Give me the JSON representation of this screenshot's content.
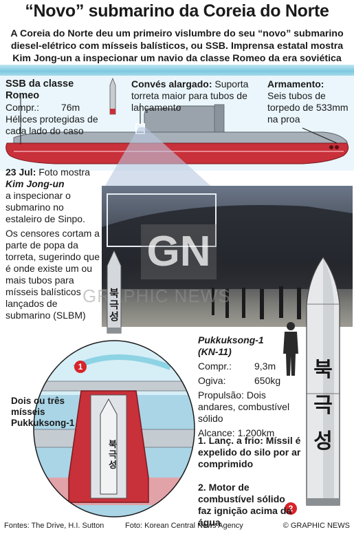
{
  "title": "“Novo” submarino da Coreia do Norte",
  "subtitle": "A Coreia do Norte deu um primeiro vislumbre do seu “novo” submarino diesel-elétrico com mísseis balísticos, ou SSB. Imprensa estatal mostra Kim Jong-un a inspecionar um navio da classe Romeo da era soviética",
  "sub_info": {
    "class_title": "SSB da classe Romeo",
    "length_label": "Compr.:",
    "length_value": "76m",
    "propellers": "Hélices protegidas de cada lado do caso"
  },
  "deck": {
    "title": "Convés alargado:",
    "text": "Suporta torreta maior para tubos de lançamento"
  },
  "armament": {
    "title": "Armamento:",
    "text": "Seis tubos de torpedo de 533mm na proa"
  },
  "photo_caption": {
    "date": "23 Jul:",
    "text1": "Foto mostra",
    "name": "Kim Jong-un",
    "text2": "a inspecionar o submarino no estaleiro de Sinpo.",
    "text3": "Os censores cortam a parte de popa da torreta, sugerindo que é onde existe um ou mais tubos para mísseis balísticos lançados de submarino (SLBM)"
  },
  "watermark": {
    "logo": "GN",
    "text": "GRAPHIC NEWS"
  },
  "silo_label": "Dois ou três mísseis Pukkuksong-1",
  "missile": {
    "name": "Pukkuksong-1",
    "code": "(KN-11)",
    "length_label": "Compr.:",
    "length_value": "9,3m",
    "warhead_label": "Ogiva:",
    "warhead_value": "650kg",
    "propulsion_label": "Propulsão:",
    "propulsion_value": "Dois andares, combustível sólido",
    "range_label": "Alcance:",
    "range_value": "1.200km",
    "korean_label": "북극성",
    "korean_chars": [
      "북",
      "극",
      "성"
    ]
  },
  "steps": [
    {
      "number": "1",
      "text": "1. Lanç. a frio: Míssil é expelido do silo por ar comprimido"
    },
    {
      "number": "2",
      "text": "2. Motor de combustível sólido faz ignição acima da água"
    }
  ],
  "footer": {
    "sources": "Fontes: The Drive, H.I. Sutton",
    "photo": "Foto: Korean Central News Agency",
    "copyright": "© GRAPHIC NEWS"
  },
  "colors": {
    "hull_red": "#c8303a",
    "hull_grey": "#9aa3ab",
    "sea": "#7cc8e0",
    "badge_red": "#d8232a"
  }
}
